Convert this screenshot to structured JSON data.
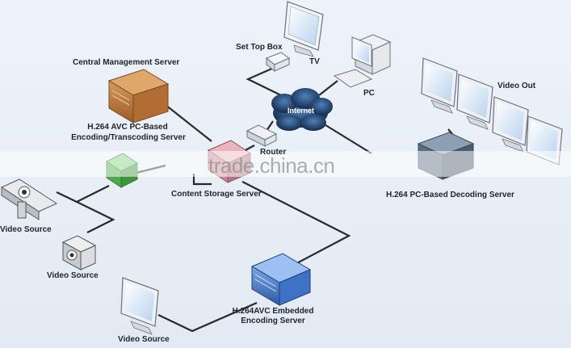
{
  "labels": {
    "set_top_box": "Set Top Box",
    "tv": "TV",
    "pc": "PC",
    "central_mgmt": "Central Management Server",
    "video_out": "Video Out",
    "internet": "Internet",
    "h264_encoding_line1": "H.264 AVC PC-Based",
    "h264_encoding_line2": "Encoding/Transcoding Server",
    "router": "Router",
    "content_storage": "Content Storage Server",
    "decoding_server": "H.264 PC-Based Decoding Server",
    "video_source_1": "Video Source",
    "video_source_2": "Video Source",
    "video_source_3": "Video Source",
    "embedded_line1": "H.264AVC Embedded",
    "embedded_line2": "Encoding Server"
  },
  "watermark": "trade.china.cn",
  "colors": {
    "background": "#e9eef5",
    "connection_line": "#2a2a2a",
    "cms_server": "#b8743c",
    "storage_server": "#c98a95",
    "encoding_server": "#4caa4a",
    "embedded_server": "#3d72c4",
    "decoding_server": "#5c6e80",
    "internet_cloud": "#1e3f66"
  }
}
